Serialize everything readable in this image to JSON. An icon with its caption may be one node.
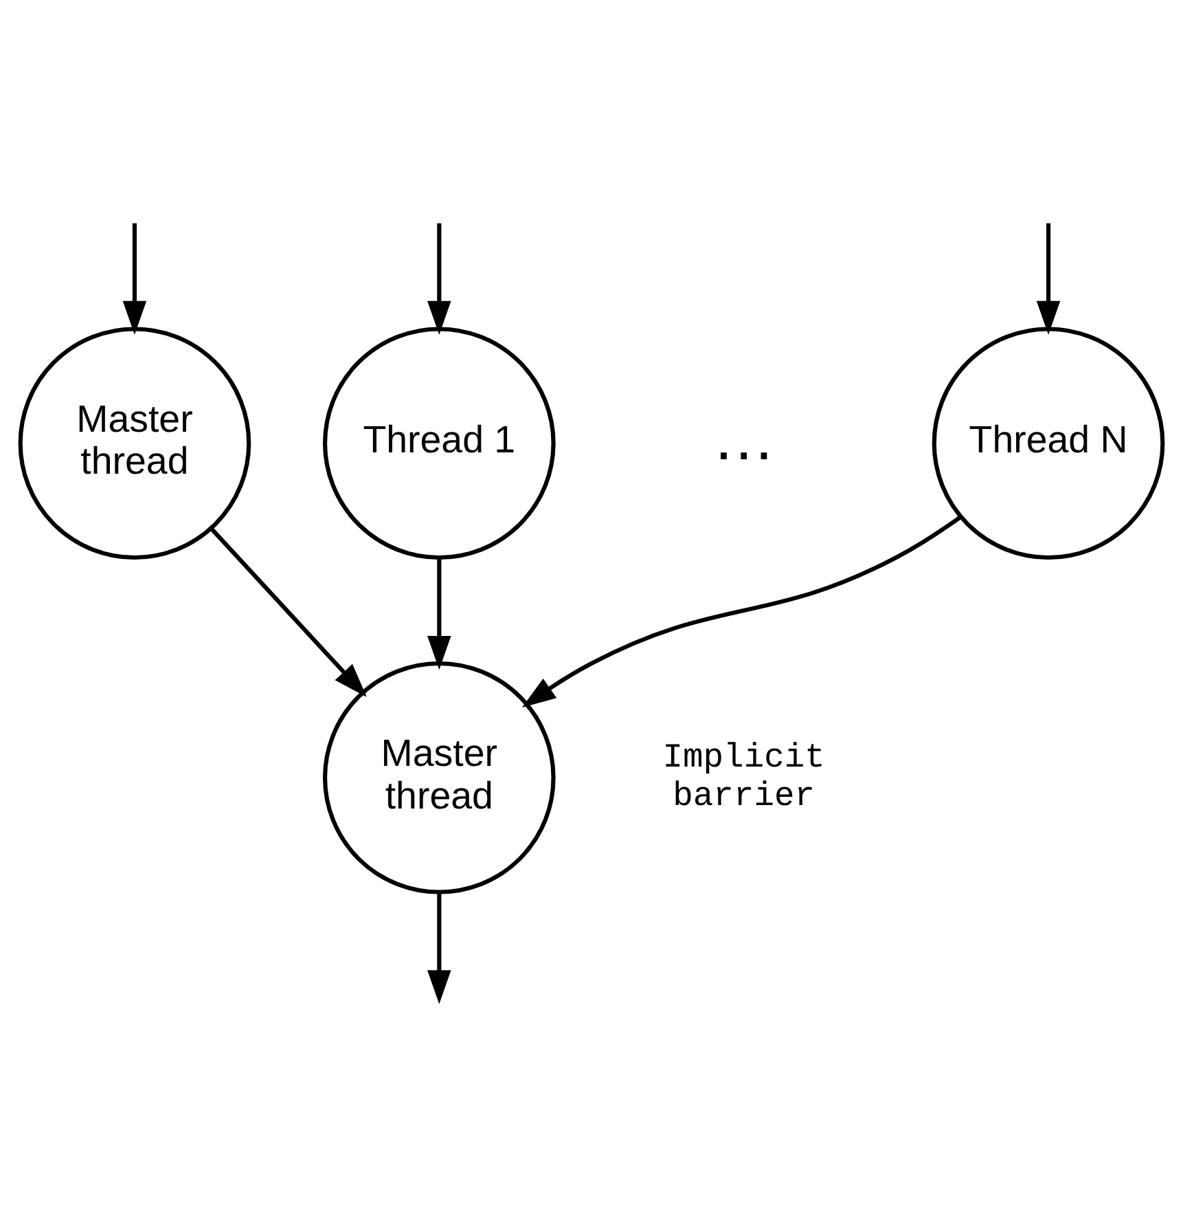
{
  "diagram": {
    "nodes": [
      {
        "text": [
          "Master thread"
        ]
      },
      {
        "text": [
          "Thread 1"
        ]
      },
      {
        "text": [
          "Thread N"
        ]
      },
      {
        "text": [
          "Master thread"
        ]
      }
    ],
    "edges": [
      {
        "from": null,
        "to": 0,
        "arrow": "to"
      },
      {
        "from": null,
        "to": 1,
        "arrow": "to"
      },
      {
        "from": null,
        "to": 2,
        "arrow": "to"
      },
      {
        "from": 0,
        "to": 3,
        "arrow": "to"
      },
      {
        "from": 1,
        "to": 3,
        "arrow": "to"
      },
      {
        "from": 2,
        "to": 3,
        "arrow": "to"
      },
      {
        "from": 3,
        "to": null,
        "arrow": "to"
      }
    ],
    "labels": [
      "…",
      "Implicit barrier"
    ]
  }
}
